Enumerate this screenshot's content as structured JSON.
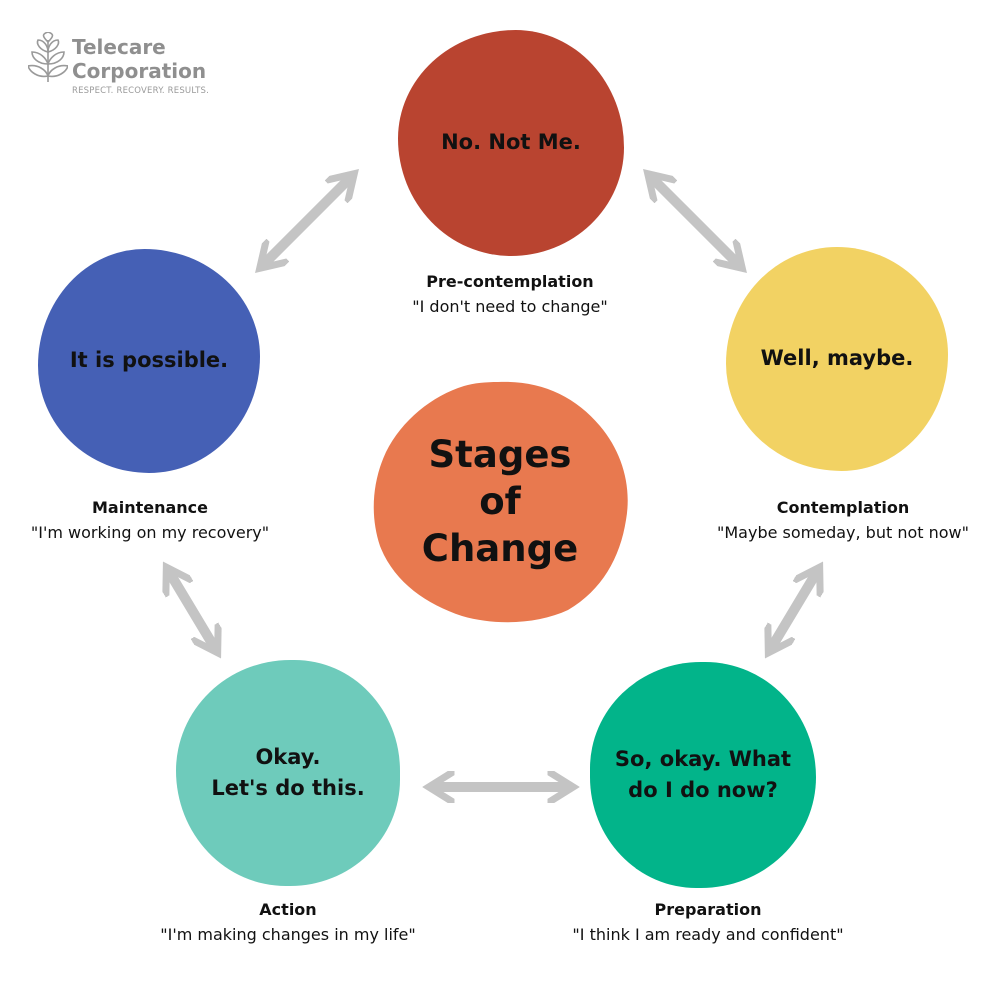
{
  "logo": {
    "name_line1": "Telecare",
    "name_line2": "Corporation",
    "tagline": "RESPECT. RECOVERY. RESULTS.",
    "icon": "leaf-branch-icon"
  },
  "center": {
    "title": "Stages\nof\nChange",
    "color": "#e8794f"
  },
  "stages": [
    {
      "key": "precontemplation",
      "bubble_text": "No. Not Me.",
      "name": "Pre-contemplation",
      "quote": "\"I don't need to change\"",
      "color": "#b94430"
    },
    {
      "key": "contemplation",
      "bubble_text": "Well, maybe.",
      "name": "Contemplation",
      "quote": "\"Maybe someday, but not now\"",
      "color": "#f2d263"
    },
    {
      "key": "preparation",
      "bubble_text": "So, okay. What\ndo I do now?",
      "name": "Preparation",
      "quote": "\"I think I am ready and confident\"",
      "color": "#02b48a"
    },
    {
      "key": "action",
      "bubble_text": "Okay.\nLet's do this.",
      "name": "Action",
      "quote": "\"I'm making changes in my life\"",
      "color": "#6ecbbb"
    },
    {
      "key": "maintenance",
      "bubble_text": "It is possible.",
      "name": "Maintenance",
      "quote": "\"I'm working on my recovery\"",
      "color": "#4560b5"
    }
  ],
  "arrow_color": "#c4c4c4"
}
